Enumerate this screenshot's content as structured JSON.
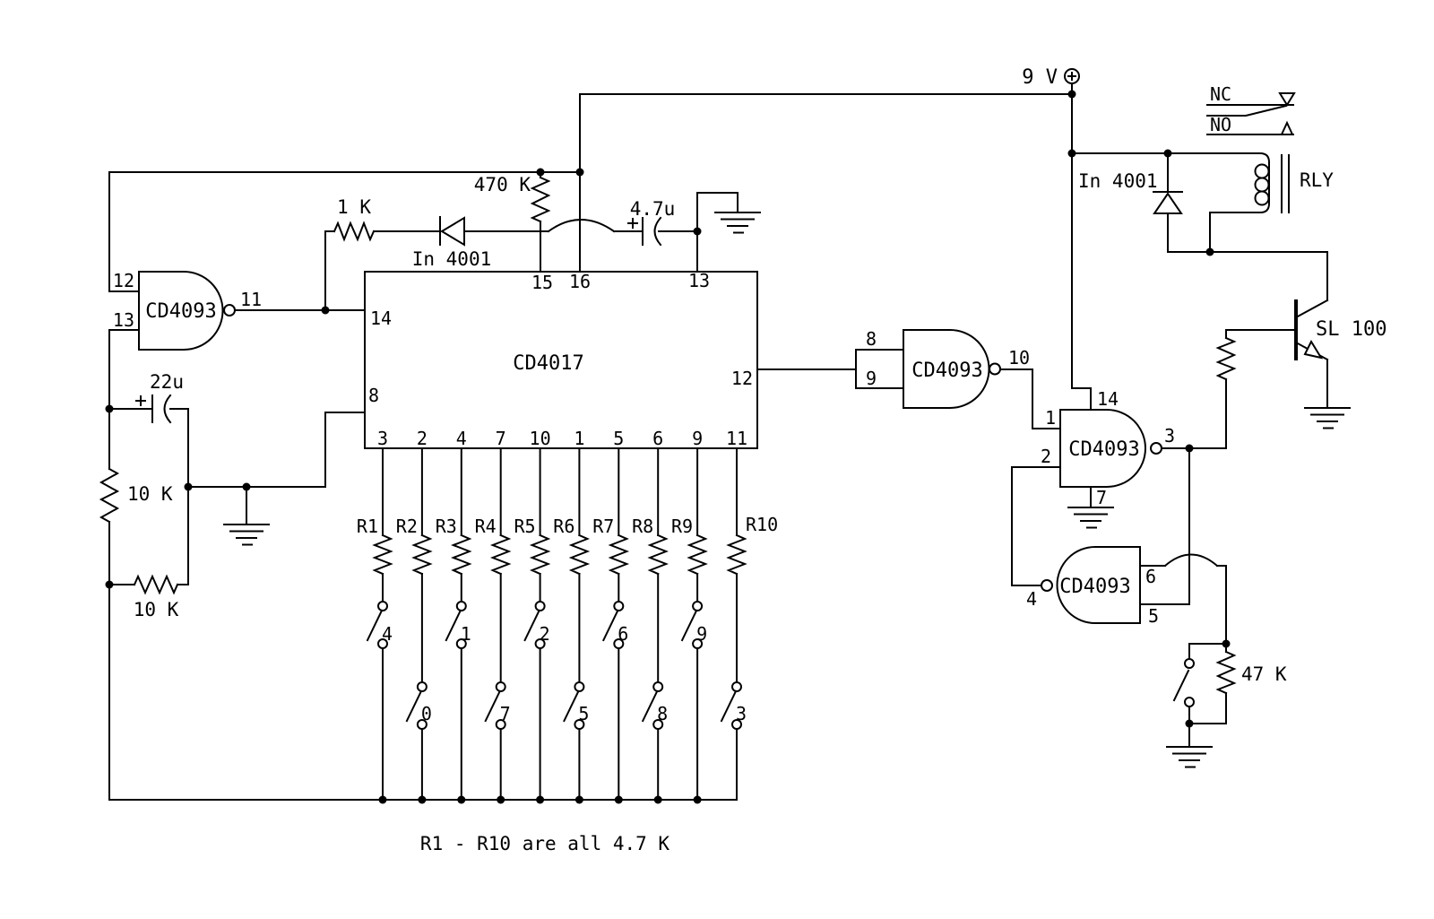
{
  "schematic": {
    "caption": "R1 - R10 are all 4.7 K",
    "power_label": "9 V",
    "counter": {
      "name": "CD4017",
      "pin_clock": "14",
      "pin_ground": "8",
      "pin_reset": "15",
      "pin_vdd": "16",
      "pin_inhibit": "13",
      "pin_carry": "12"
    },
    "oscillator": {
      "gate_name": "CD4093",
      "pin_in_a": "12",
      "pin_in_b": "13",
      "pin_out": "11",
      "cap": "22u",
      "r_top": "10 K",
      "r_bottom": "10 K",
      "r_series": "1 K",
      "diode": "In 4001"
    },
    "reset_network": {
      "resistor": "470 K",
      "cap": "4.7u"
    },
    "buffer_gate": {
      "name": "CD4093",
      "pin_in_a": "8",
      "pin_in_b": "9",
      "pin_out": "10"
    },
    "latch_gate_a": {
      "name": "CD4093",
      "pin_in_a": "1",
      "pin_in_b": "2",
      "pin_out": "3",
      "pin_vdd": "14",
      "pin_ground": "7"
    },
    "latch_gate_b": {
      "name": "CD4093",
      "pin_in_a": "6",
      "pin_in_b": "5",
      "pin_out": "4"
    },
    "hold": {
      "resistor": "47 K"
    },
    "driver": {
      "transistor": "SL 100",
      "diode": "In 4001",
      "relay": "RLY",
      "contact_nc": "NC",
      "contact_no": "NO"
    },
    "columns": [
      {
        "pin": "3",
        "resistor": "R1",
        "digit": "4",
        "row": "upper"
      },
      {
        "pin": "2",
        "resistor": "R2",
        "digit": "0",
        "row": "lower"
      },
      {
        "pin": "4",
        "resistor": "R3",
        "digit": "1",
        "row": "upper"
      },
      {
        "pin": "7",
        "resistor": "R4",
        "digit": "7",
        "row": "lower"
      },
      {
        "pin": "10",
        "resistor": "R5",
        "digit": "2",
        "row": "upper"
      },
      {
        "pin": "1",
        "resistor": "R6",
        "digit": "5",
        "row": "lower"
      },
      {
        "pin": "5",
        "resistor": "R7",
        "digit": "6",
        "row": "upper"
      },
      {
        "pin": "6",
        "resistor": "R8",
        "digit": "8",
        "row": "lower"
      },
      {
        "pin": "9",
        "resistor": "R9",
        "digit": "9",
        "row": "upper"
      },
      {
        "pin": "11",
        "resistor": "R10",
        "digit": "3",
        "row": "lower"
      }
    ]
  }
}
